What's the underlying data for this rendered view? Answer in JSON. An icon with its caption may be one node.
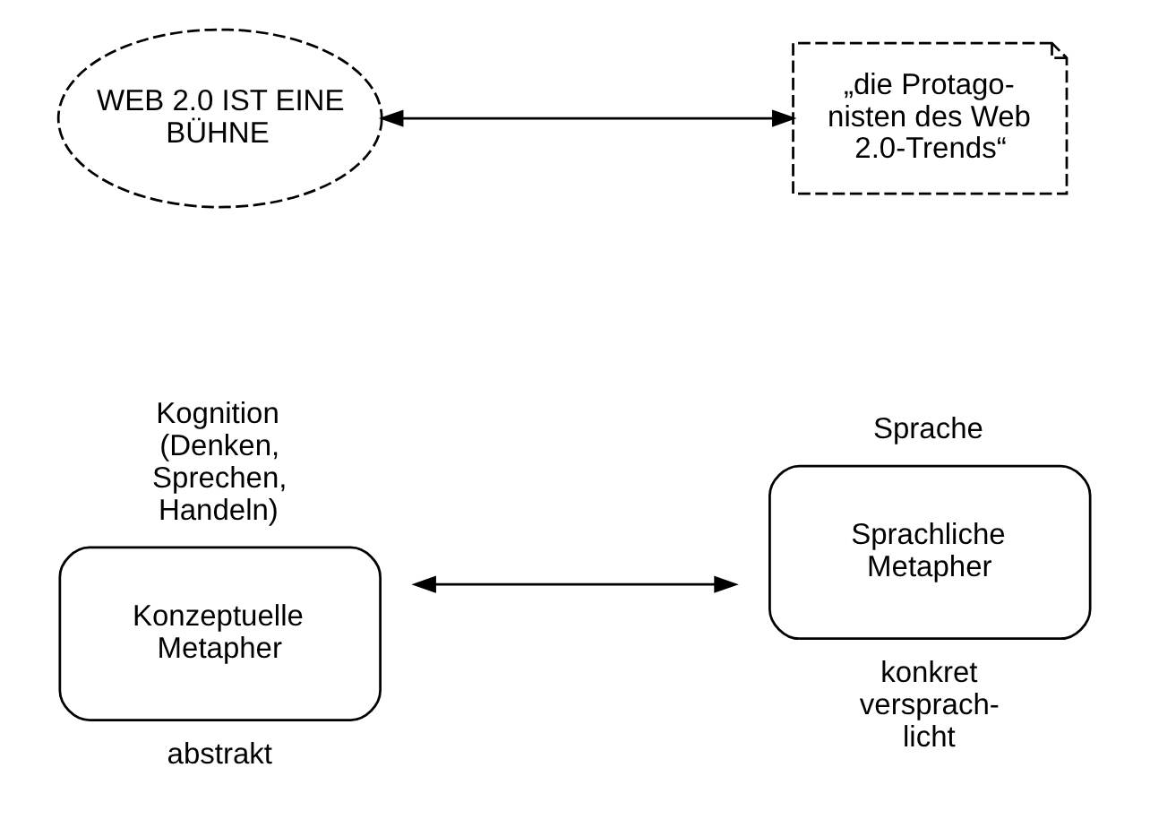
{
  "diagram": {
    "nodes": [
      {
        "text": [
          "Konzeptuelle Metapher"
        ],
        "beside": [
          "Kognition (Denken, Sprechen, Handeln)",
          "abstrakt"
        ]
      },
      {
        "text": [
          "Sprachliche Metapher"
        ],
        "beside": [
          "Sprache",
          "konkret versprach- licht"
        ]
      },
      {
        "text": [
          "WEB 2.0 IST EINE BÜHNE"
        ]
      },
      {
        "text": [
          "„die Protago- nisten des Web 2.0-Trends“"
        ]
      }
    ],
    "edges": [
      {
        "from": 0,
        "to": 1,
        "arrow": "both"
      },
      {
        "from": 2,
        "to": 3,
        "arrow": "both"
      }
    ]
  }
}
